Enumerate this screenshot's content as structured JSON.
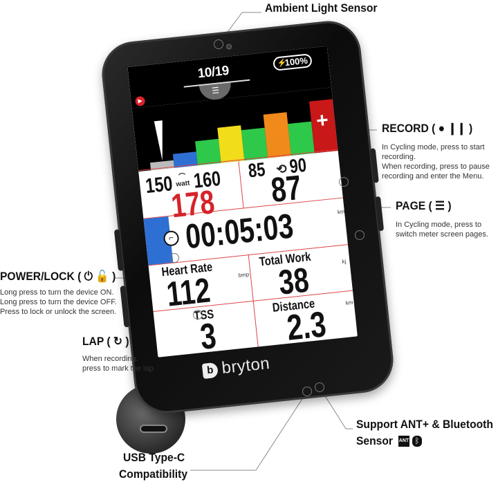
{
  "callouts": {
    "ambient": {
      "title": "Ambient Light Sensor"
    },
    "record": {
      "title": "RECORD ( ● ❙❙ )",
      "desc": [
        "In Cycling mode, press to start",
        "recording.",
        "When recording, press to pause",
        "recording and enter the Menu."
      ]
    },
    "page": {
      "title": "PAGE ( ☰ )",
      "desc": [
        "In Cycling mode, press to",
        "switch meter screen pages."
      ]
    },
    "power": {
      "title": "POWER/LOCK ( ⏻ 🔓 )",
      "desc": [
        "Long press to turn the device ON.",
        "Long press to turn the device OFF.",
        "Press to lock or unlock the screen."
      ]
    },
    "lap": {
      "title": "LAP ( ↻ )",
      "desc": [
        "When recording,",
        "press to mark the lap."
      ]
    },
    "ant": {
      "title_line1": "Support ANT+ & Bluetooth",
      "title_line2": "Sensor",
      "icons": [
        "ant-plus-icon",
        "bluetooth-icon"
      ]
    },
    "usb": {
      "title_line1": "USB Type-C",
      "title_line2": "Compatibility"
    }
  },
  "screen": {
    "page_indicator": "10/19",
    "battery": "100%",
    "power_zone_bars": [
      {
        "color": "#bbbbbb",
        "level": 0.12
      },
      {
        "color": "#2e6fd4",
        "level": 0.22
      },
      {
        "color": "#2ec94a",
        "level": 0.38
      },
      {
        "color": "#f2dd1a",
        "level": 0.55
      },
      {
        "color": "#2ec94a",
        "level": 0.48
      },
      {
        "color": "#f08a1a",
        "level": 0.68
      },
      {
        "color": "#2ec94a",
        "level": 0.5
      },
      {
        "color": "#c81818",
        "level": 0.82
      }
    ],
    "power": {
      "min": "150",
      "max": "160",
      "unit": "watt",
      "current": "178"
    },
    "cadence": {
      "min": "85",
      "max": "90",
      "current": "87"
    },
    "timer": {
      "value": "00:05:03",
      "unit": "km"
    },
    "heart_rate": {
      "label": "Heart Rate",
      "value": "112",
      "unit": "bmp"
    },
    "total_work": {
      "label": "Total Work",
      "value": "38",
      "unit": "kj"
    },
    "tss": {
      "label": "TSS",
      "value": "3"
    },
    "distance": {
      "label": "Distance",
      "value": "2.3",
      "unit": "km"
    },
    "brand": "bryton",
    "colors": {
      "accent_red": "#d6232a",
      "timer_blue": "#2e6fd4",
      "divider": "#dd4444"
    }
  }
}
